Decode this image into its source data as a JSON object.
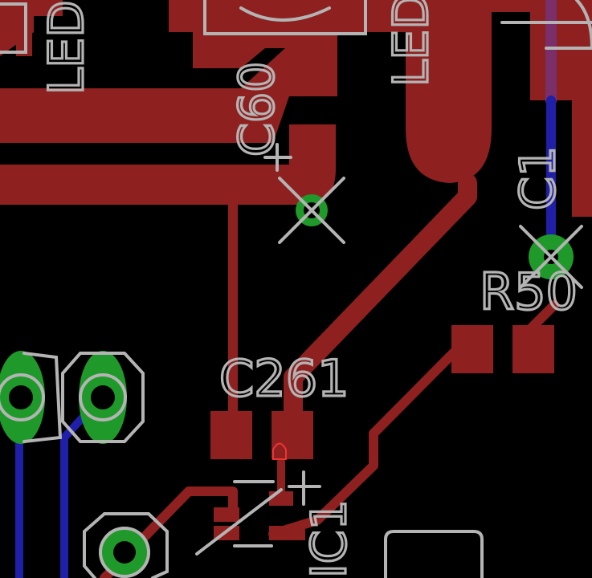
{
  "labels": {
    "c60": "C60",
    "c261": "C261",
    "r50": "R50",
    "c1": "C1",
    "led_left": "LED",
    "led_right": "LED",
    "ic1": "IC1"
  },
  "colors": {
    "background": "#000000",
    "top_copper": "#8f2020",
    "bottom_copper": "#1f1fa8",
    "via_pad": "#1f9a2a",
    "silkscreen": "#b4b4b4"
  }
}
